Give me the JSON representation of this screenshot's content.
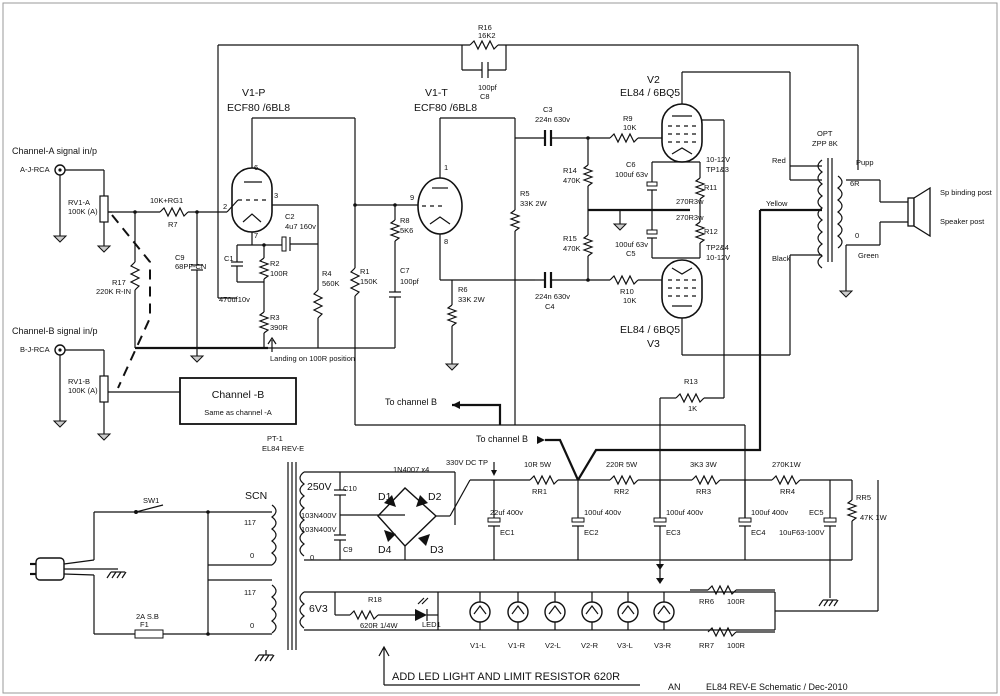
{
  "inputs": {
    "channel_a": {
      "title": "Channel-A signal in/p",
      "jack": "A-J-RCA",
      "pot": "RV1-A",
      "pot_value": "100K (A)"
    },
    "channel_b": {
      "title": "Channel-B signal in/p",
      "jack": "B-J-RCA",
      "pot": "RV1-B",
      "pot_value": "100K (A)"
    }
  },
  "channel_b_box": {
    "title": "Channel -B",
    "subtitle": "Same as channel -A"
  },
  "tubes": {
    "v1p": {
      "name": "V1-P",
      "type": "ECF80 /6BL8",
      "pins": [
        "6",
        "3",
        "2",
        "7"
      ]
    },
    "v1t": {
      "name": "V1-T",
      "type": "ECF80 /6BL8",
      "pins": [
        "1",
        "9",
        "8"
      ]
    },
    "v2": {
      "name": "V2",
      "type": "EL84 / 6BQ5"
    },
    "v3": {
      "name": "V3",
      "type": "EL84 / 6BQ5"
    }
  },
  "components": {
    "r16": "R16",
    "r16_val": "16K2",
    "c8_val": "100pf",
    "c8": "C8",
    "r7_val": "10K+RG1",
    "r7": "R7",
    "c9": "C9",
    "c9_val": "68PF-CN",
    "r17": "R17",
    "r17_val": "220K R-IN",
    "c2": "C2",
    "c2_val": "4u7 160v",
    "c1": "C1",
    "r2": "R2",
    "r2_val": "100R",
    "c1_val": "470uf10v",
    "r3": "R3",
    "r3_val": "390R",
    "landing_note": "Landing on 100R position",
    "r4": "R4",
    "r4_val": "560K",
    "r1": "R1",
    "r1_val": "150K",
    "r8": "R8",
    "r8_val": "5K6",
    "c7": "C7",
    "c7_val": "100pf",
    "r6": "R6",
    "r6_val": "33K 2W",
    "r5": "R5",
    "r5_val": "33K 2W",
    "c3": "C3",
    "c3_val": "224n 630v",
    "c4_val": "224n 630v",
    "c4": "C4",
    "r14": "R14",
    "r14_val": "470K",
    "r15": "R15",
    "r15_val": "470K",
    "r9": "R9",
    "r9_val": "10K",
    "r10": "R10",
    "r10_val": "10K",
    "c6": "C6",
    "c6_val": "100uf 63v",
    "c5_val": "100uf 63v",
    "c5": "C5",
    "tp13_v": "10-12V",
    "tp13": "TP1&3",
    "r11": "R11",
    "r11_val": "270R3w",
    "r12_val": "270R3w",
    "r12": "R12",
    "tp24": "TP2&4",
    "tp24_v": "10-12V",
    "r13": "R13",
    "r13_val": "1K"
  },
  "opt": {
    "name": "OPT",
    "spec": "ZPP 8K",
    "red": "Red",
    "yellow": "Yellow",
    "black": "Black",
    "pupp": "Pupp",
    "tap_6r": "6R",
    "tap_0": "0",
    "green": "Green",
    "sp_post": "Sp binding post",
    "speaker_post": "Speaker post"
  },
  "arrows": {
    "to_channel_b_1": "To channel B",
    "to_channel_b_2": "To channel B"
  },
  "psu": {
    "pt": "PT-1",
    "pt_spec": "EL84 REV-E",
    "scn": "SCN",
    "p117a": "117",
    "p0a": "0",
    "p117b": "117",
    "p0b": "0",
    "s250": "250V",
    "s0": "0",
    "c10": "C10",
    "c10_val": "103N400V",
    "c9": "C9",
    "c9_val": "103N400V",
    "diode_type": "1N4007 x4",
    "d1": "D1",
    "d2": "D2",
    "d3": "D3",
    "d4": "D4",
    "dc_tp": "330V DC TP",
    "rr1_val": "10R 5W",
    "rr1": "RR1",
    "rr2_val": "220R 5W",
    "rr2": "RR2",
    "rr3_val": "3K3 3W",
    "rr3": "RR3",
    "rr4_val": "270K1W",
    "rr4": "RR4",
    "ec1_val": "22uf 400v",
    "ec1": "EC1",
    "ec2_val": "100uf 400v",
    "ec2": "EC2",
    "ec3_val": "100uf 400v",
    "ec3": "EC3",
    "ec4_val": "100uf 400v",
    "ec4": "EC4",
    "ec5": "EC5",
    "ec5_val": "10uF63-100V",
    "rr5": "RR5",
    "rr5_val": "47K 1W",
    "sw1": "SW1",
    "fuse_val": "2A S.B",
    "fuse": "F1",
    "h6v3": "6V3",
    "r18": "R18",
    "r18_val": "620R 1/4W",
    "led": "LED1",
    "rr6": "RR6",
    "rr6_val": "100R",
    "rr7": "RR7",
    "rr7_val": "100R",
    "heaters": [
      "V1-L",
      "V1-R",
      "V2-L",
      "V2-R",
      "V3-L",
      "V3-R"
    ]
  },
  "notes": {
    "add_led": "ADD LED LIGHT AND LIMIT RESISTOR 620R",
    "an": "AN",
    "footer_title": "EL84 REV-E Schematic / Dec-2010"
  }
}
